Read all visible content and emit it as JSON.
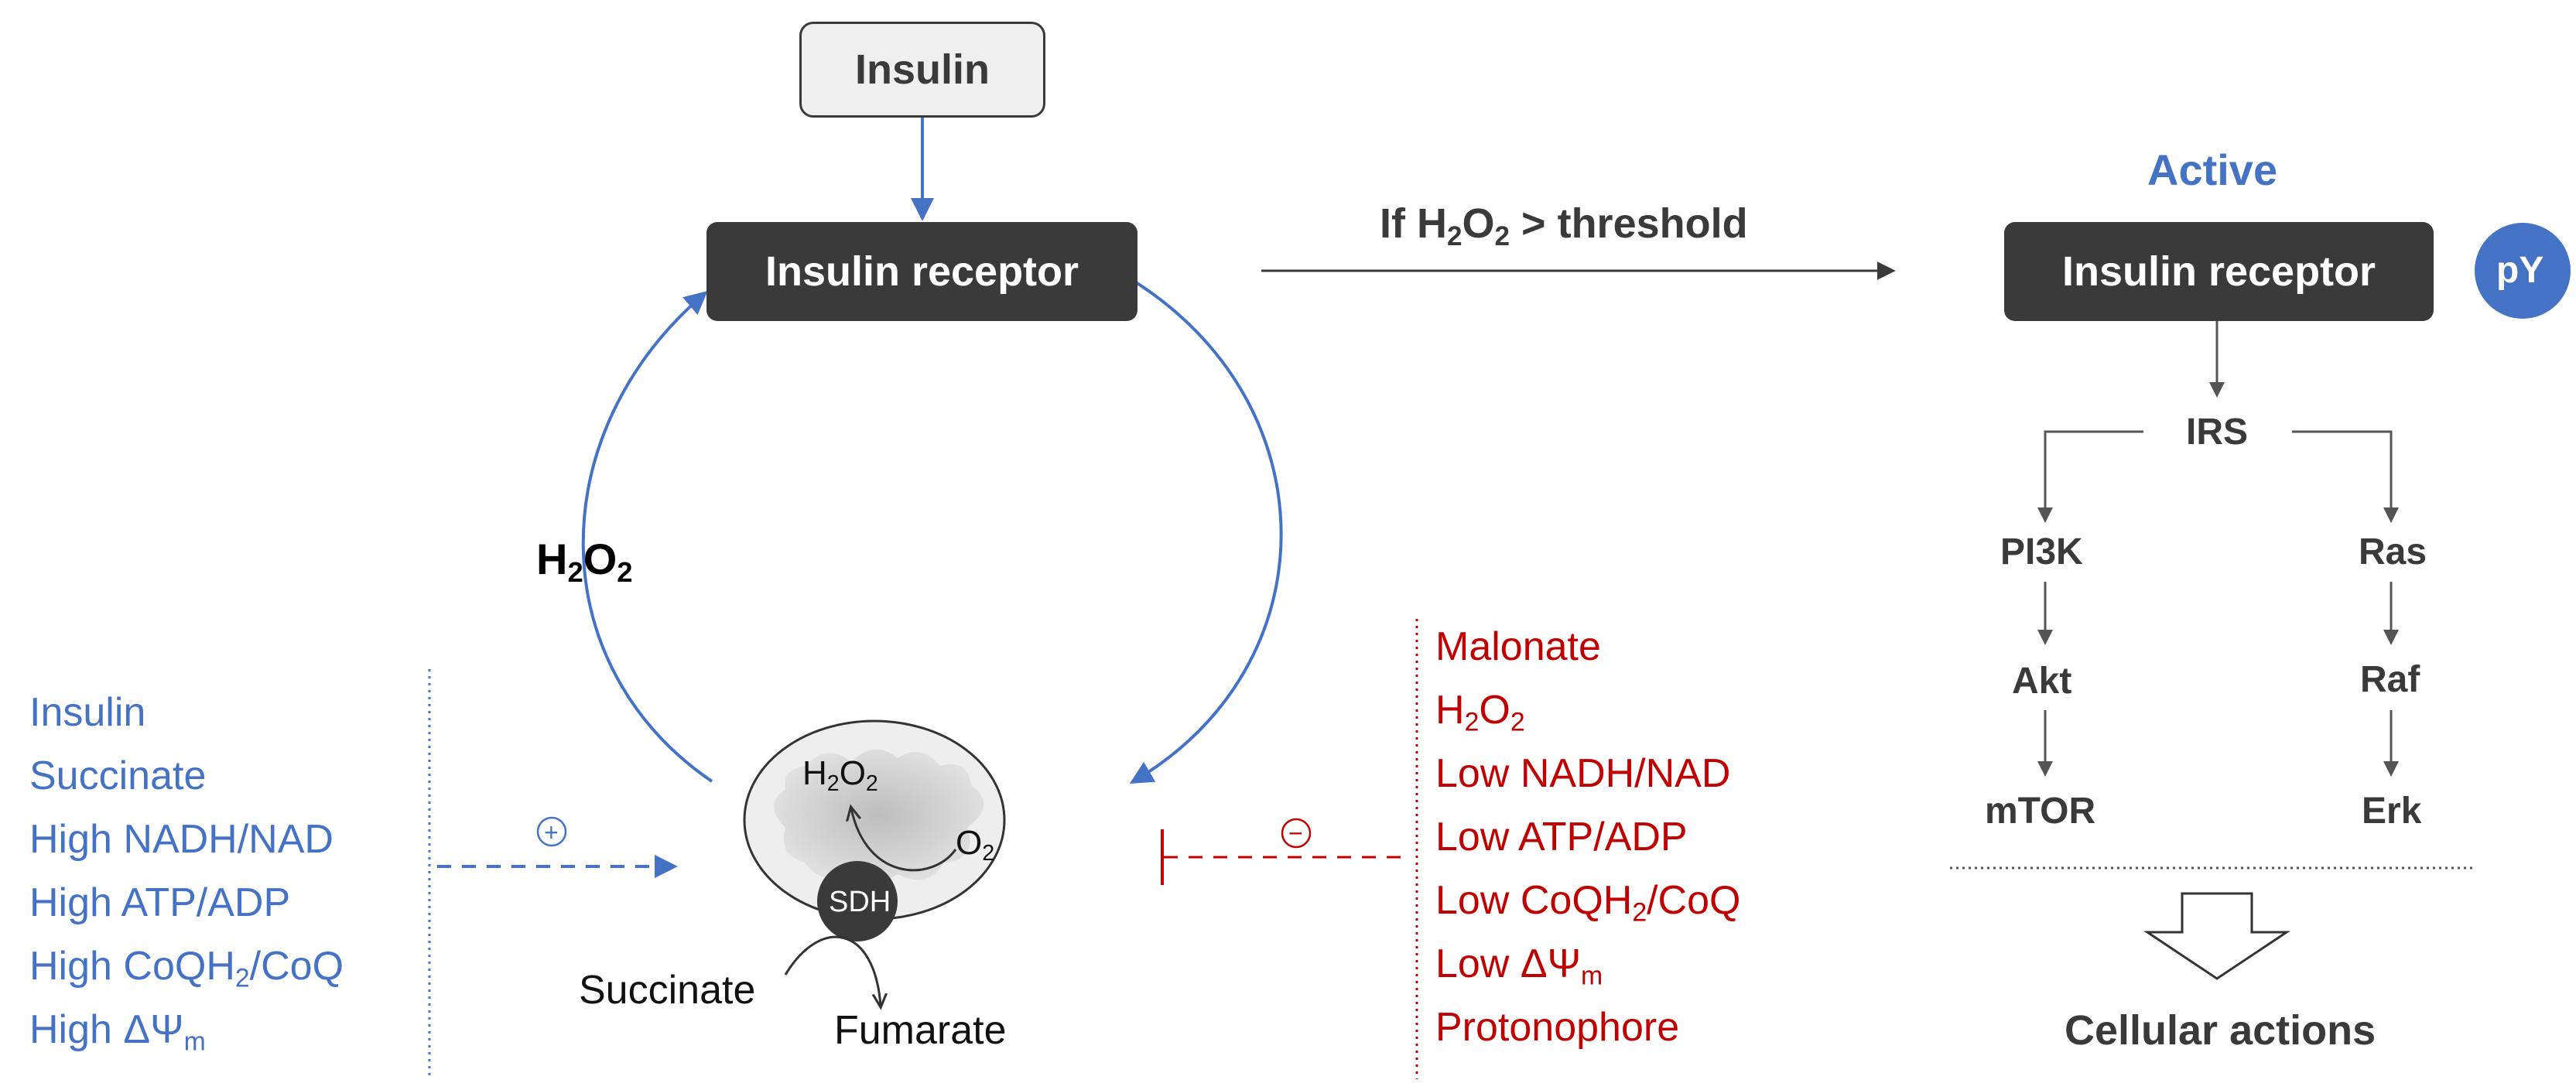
{
  "insulin_box": "Insulin",
  "receptor_left": "Insulin receptor",
  "threshold_prefix": "If H",
  "threshold_sub1": "2",
  "threshold_mid": "O",
  "threshold_sub2": "2",
  "threshold_suffix": " > threshold",
  "active_label": "Active",
  "receptor_right": "Insulin receptor",
  "py_badge": "pY",
  "h2o2_loop": {
    "a": "H",
    "s1": "2",
    "b": "O",
    "s2": "2"
  },
  "mito": {
    "h2o2": {
      "a": "H",
      "s1": "2",
      "b": "O",
      "s2": "2"
    },
    "o2": {
      "a": "O",
      "s": "2"
    },
    "sdh": "SDH",
    "succinate": "Succinate",
    "fumarate": "Fumarate"
  },
  "plus_sign": "+",
  "minus_sign": "−",
  "activators": {
    "items": [
      {
        "text": "Insulin"
      },
      {
        "text": "Succinate"
      },
      {
        "text": "High NADH/NAD"
      },
      {
        "text": "High ATP/ADP"
      },
      {
        "pre": "High CoQH",
        "sub": "2",
        "post": "/CoQ"
      },
      {
        "pre": "High ΔΨ",
        "sub": "m",
        "post": ""
      }
    ]
  },
  "inhibitors": {
    "items": [
      {
        "text": "Malonate"
      },
      {
        "pre": "H",
        "sub": "2",
        "post": "O",
        "sub2": "2"
      },
      {
        "text": "Low NADH/NAD"
      },
      {
        "text": "Low ATP/ADP"
      },
      {
        "pre": "Low CoQH",
        "sub": "2",
        "post": "/CoQ"
      },
      {
        "pre": "Low ΔΨ",
        "sub": "m",
        "post": ""
      },
      {
        "text": "Protonophore"
      }
    ]
  },
  "pathway": {
    "irs": "IRS",
    "pi3k": "PI3K",
    "akt": "Akt",
    "mtor": "mTOR",
    "ras": "Ras",
    "raf": "Raf",
    "erk": "Erk",
    "cellular": "Cellular actions"
  },
  "colors": {
    "blue": "#4472c4",
    "red": "#c00000",
    "dark": "#3a3a3a"
  }
}
